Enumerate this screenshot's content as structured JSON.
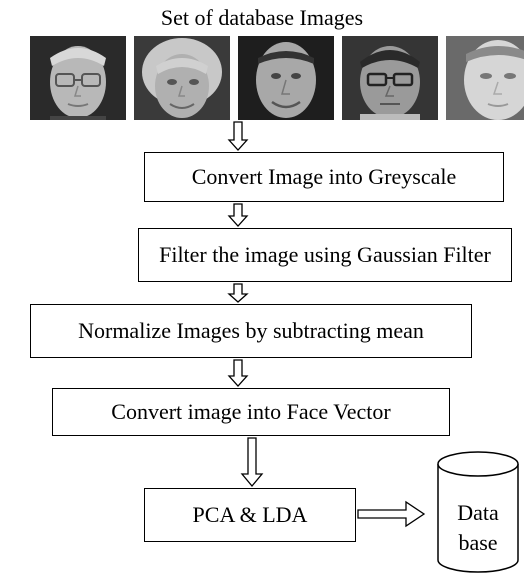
{
  "title": "Set of database Images",
  "faces": [
    "face-1",
    "face-2",
    "face-3",
    "face-4",
    "face-5"
  ],
  "steps": [
    "Convert Image into Greyscale",
    "Filter the image using Gaussian Filter",
    "Normalize Images by subtracting mean",
    "Convert image into Face Vector",
    "PCA & LDA"
  ],
  "database": {
    "line1": "Data",
    "line2": "base"
  }
}
